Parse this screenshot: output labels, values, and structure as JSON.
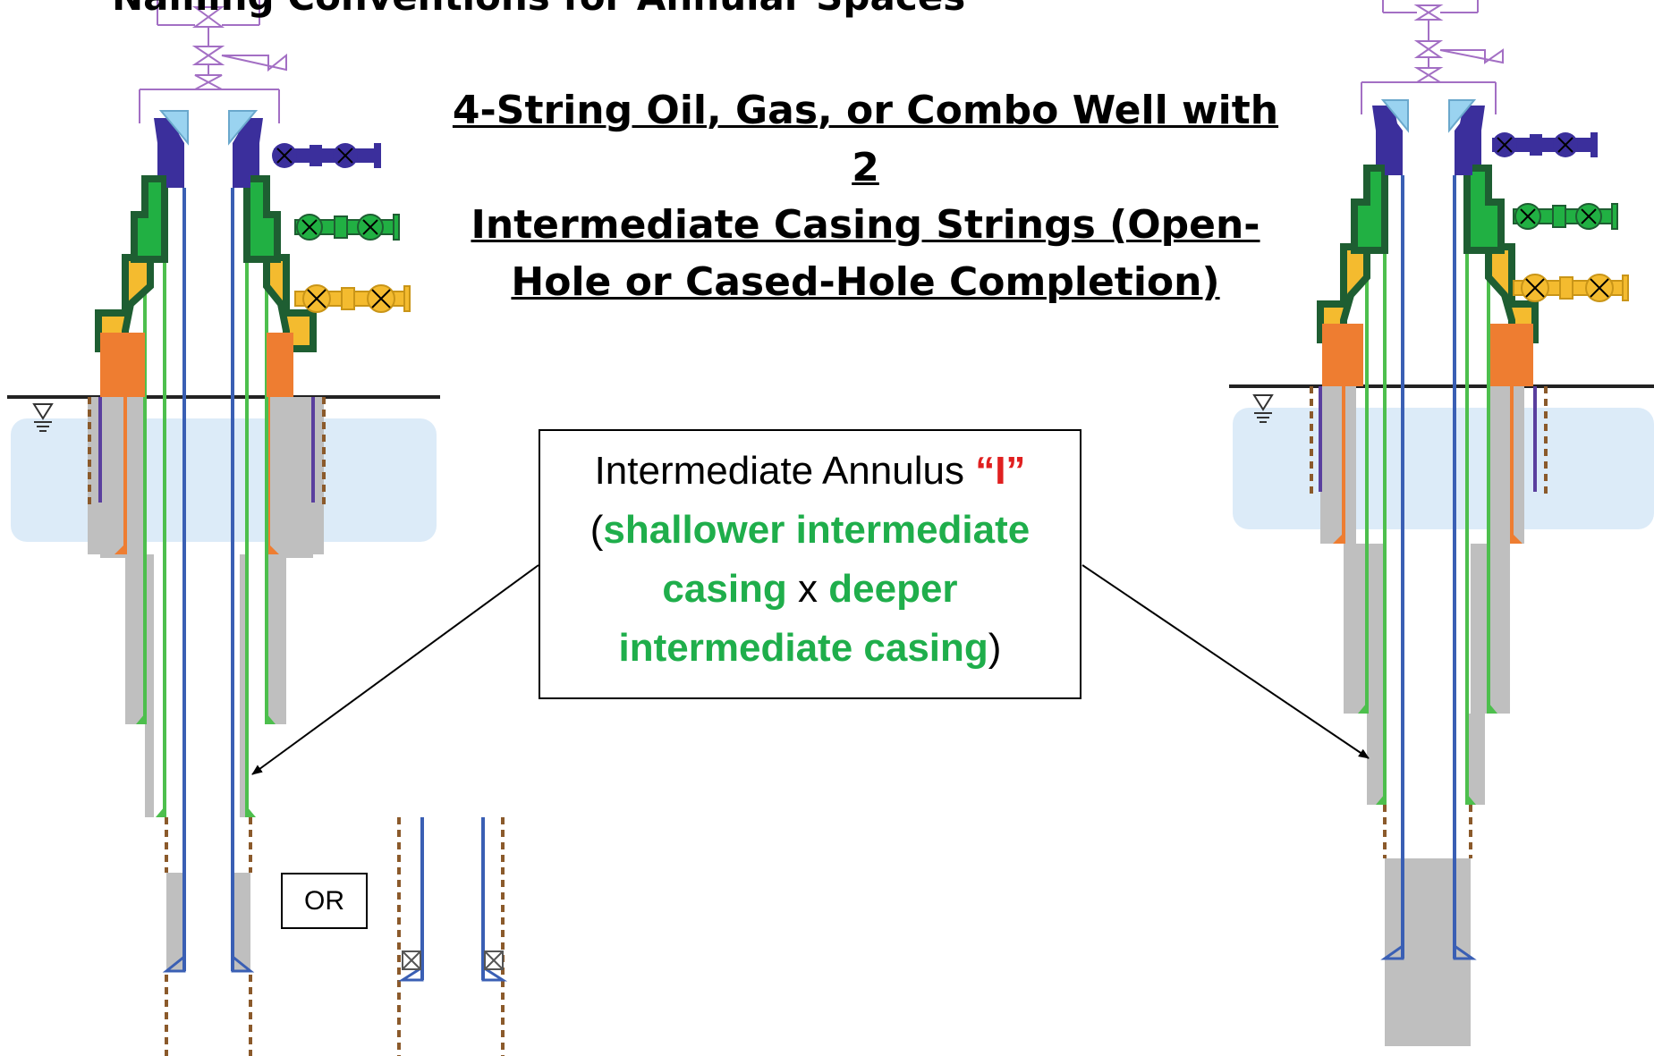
{
  "header": {
    "title": "Naming Conventions for Annular Spaces"
  },
  "main_title": {
    "lines": [
      "4-String Oil, Gas, or Combo Well with 2",
      "Intermediate Casing Strings (Open-",
      "Hole or Cased-Hole Completion)"
    ]
  },
  "callout": {
    "prefix": "Intermediate Annulus ",
    "annulus_letter": "“I”",
    "open_paren": "(",
    "shallow_casing_line1": "shallower intermediate",
    "shallow_casing_line2": "casing",
    "separator": " x ",
    "deep_casing_line1": "deeper",
    "deep_casing_line2": "intermediate casing",
    "close_paren": ")"
  },
  "or_label": "OR",
  "colors": {
    "production_casing": "#3a5fb4",
    "intermediate_casing": "#4dbf4d",
    "surface_casing": "#ee7d31",
    "conductor": "#5a3f9e",
    "cement": "#bfbfbf",
    "open_hole": "#8b5a2b",
    "water_table": "#d6e8f7",
    "tubing_head": "#3b2f9c",
    "intermediate_head_dark": "#1e5e32",
    "intermediate_head": "#21b043",
    "surface_head": "#f4bb2f",
    "tree": "#a36fc4",
    "callout_red": "#e02020",
    "callout_green": "#1fae4b"
  },
  "icons": [
    "water-table-icon",
    "valve-icon",
    "packer-icon",
    "pointer-arrow-icon"
  ]
}
